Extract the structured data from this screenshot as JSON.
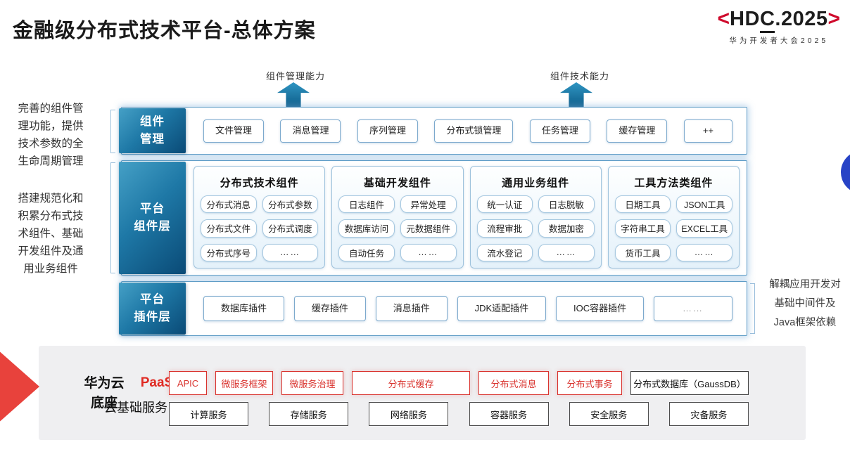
{
  "title": "金融级分布式技术平台-总体方案",
  "logo": {
    "angle_left": "<",
    "hdc_pre": "HD",
    "hdc_c": "C",
    "hdc_post": ".2025",
    "angle_right": ">",
    "subtitle": "华为开发者大会2025"
  },
  "arrows": {
    "left_label": "组件管理能力",
    "right_label": "组件技术能力"
  },
  "left_notes": {
    "note1": "完善的组件管理功能，提供技术参数的全生命周期管理",
    "note2": "搭建规范化和积累分布式技术组件、基础开发组件及通用业务组件"
  },
  "right_note": {
    "lines": [
      "解耦应用开发对",
      "基础中间件及",
      "Java框架依赖"
    ]
  },
  "layers": {
    "component_management": {
      "label_line1": "组件",
      "label_line2": "管理",
      "items": [
        "文件管理",
        "消息管理",
        "序列管理",
        "分布式锁管理",
        "任务管理",
        "缓存管理",
        "++"
      ]
    },
    "platform_components": {
      "label_line1": "平台",
      "label_line2": "组件层",
      "groups": [
        {
          "title": "分布式技术组件",
          "items": [
            "分布式消息",
            "分布式参数",
            "分布式文件",
            "分布式调度",
            "分布式序号",
            "……"
          ]
        },
        {
          "title": "基础开发组件",
          "items": [
            "日志组件",
            "异常处理",
            "数据库访问",
            "元数据组件",
            "自动任务",
            "……"
          ]
        },
        {
          "title": "通用业务组件",
          "items": [
            "统一认证",
            "日志脱敏",
            "流程审批",
            "数据加密",
            "流水登记",
            "……"
          ]
        },
        {
          "title": "工具方法类组件",
          "items": [
            "日期工具",
            "JSON工具",
            "字符串工具",
            "EXCEL工具",
            "货币工具",
            "……"
          ]
        }
      ]
    },
    "platform_plugins": {
      "label_line1": "平台",
      "label_line2": "插件层",
      "items": [
        "数据库插件",
        "缓存插件",
        "消息插件",
        "JDK适配插件",
        "IOC容器插件",
        "……"
      ]
    }
  },
  "cloud_base": {
    "label_line1": "华为云",
    "label_line2": "底座",
    "paas": {
      "label": "PaaS",
      "items": [
        "APIC",
        "微服务框架",
        "微服务治理",
        "分布式缓存",
        "分布式消息",
        "分布式事务"
      ],
      "db_item": "分布式数据库（GaussDB）"
    },
    "iaas": {
      "label": "云基础服务",
      "items": [
        "计算服务",
        "存储服务",
        "网络服务",
        "容器服务",
        "安全服务",
        "灾备服务"
      ]
    }
  },
  "colors": {
    "huawei_red": "#cf0a2c",
    "layer_label_blue": "#0a4a76",
    "row_border_blue": "#5e9cc6",
    "paas_red": "#d9332e",
    "arrow_blue": "#1779ad",
    "blue_dot": "#2743c6"
  }
}
